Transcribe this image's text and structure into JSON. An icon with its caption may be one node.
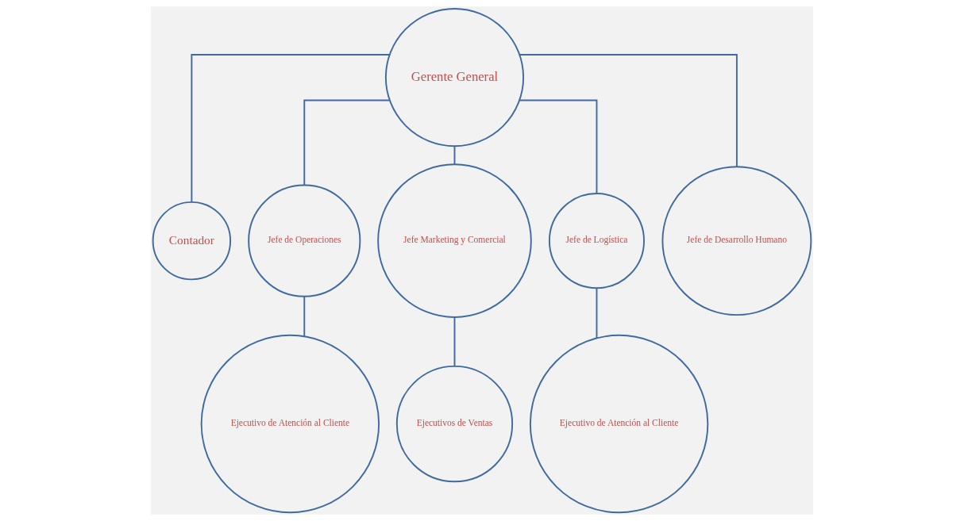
{
  "diagram": {
    "nodes": [
      {
        "text": [
          "Gerente General"
        ]
      },
      {
        "text": [
          "Contador"
        ]
      },
      {
        "text": [
          "Jefe de Operaciones"
        ]
      },
      {
        "text": [
          "Jefe Marketing y Comercial"
        ]
      },
      {
        "text": [
          "Jefe de Logística"
        ]
      },
      {
        "text": [
          "Jefe de Desarrollo Humano"
        ]
      },
      {
        "text": [
          "Ejecutivo de Atención al Cliente"
        ]
      },
      {
        "text": [
          "Ejecutivos de Ventas"
        ]
      },
      {
        "text": [
          "Ejecutivo de Atención al Cliente"
        ]
      }
    ],
    "edges": [
      {
        "from": 0,
        "to": 1,
        "arrow": "none"
      },
      {
        "from": 0,
        "to": 2,
        "arrow": "none"
      },
      {
        "from": 0,
        "to": 3,
        "arrow": "none"
      },
      {
        "from": 0,
        "to": 4,
        "arrow": "none"
      },
      {
        "from": 0,
        "to": 5,
        "arrow": "none"
      },
      {
        "from": 2,
        "to": 6,
        "arrow": "none"
      },
      {
        "from": 3,
        "to": 7,
        "arrow": "none"
      },
      {
        "from": 4,
        "to": 8,
        "arrow": "none"
      }
    ]
  }
}
